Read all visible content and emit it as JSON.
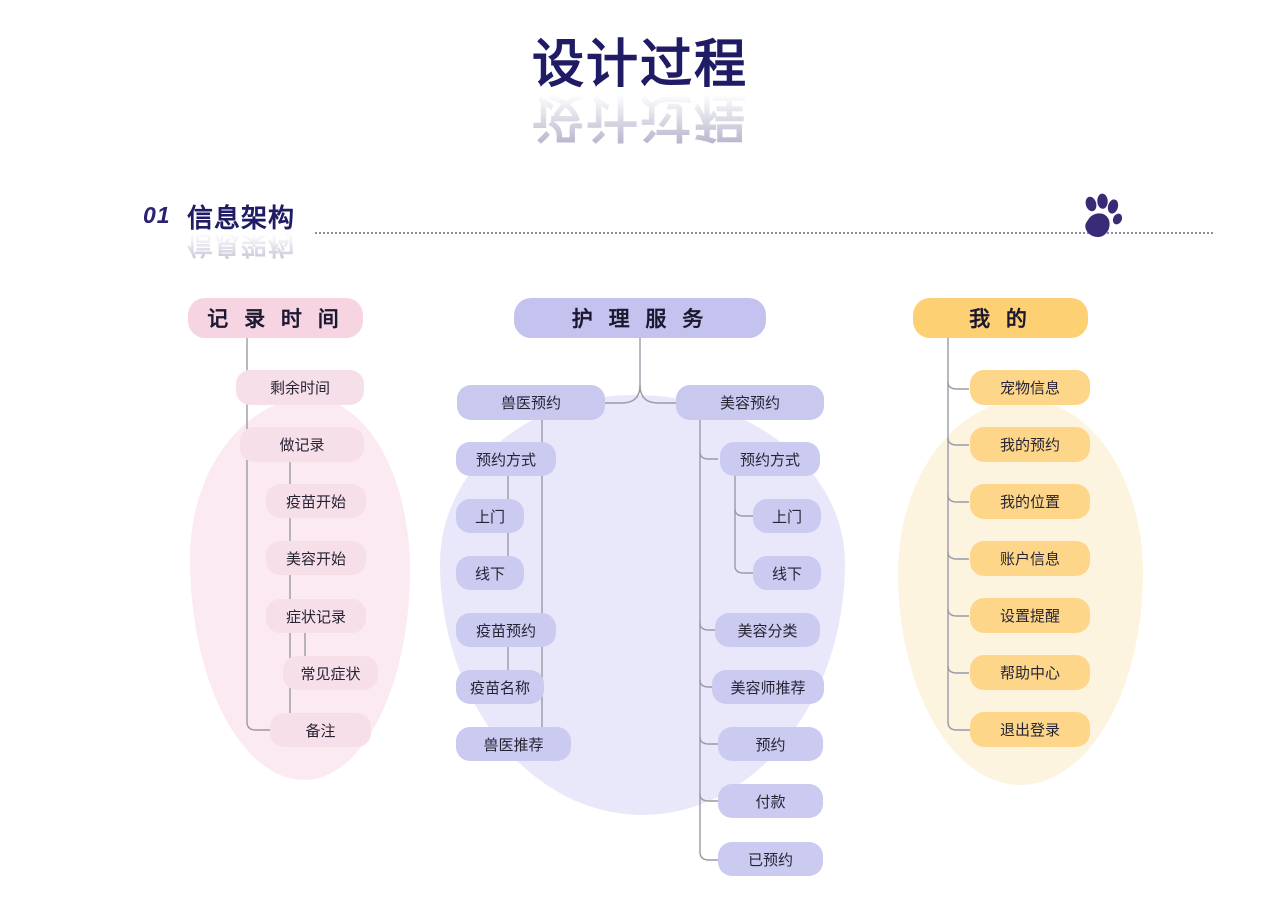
{
  "page": {
    "title": "设计过程",
    "section_number": "01",
    "section_title": "信息架构",
    "paw_icon": "paw-print-icon"
  },
  "colors": {
    "title_navy": "#1f1b64",
    "pink_head": "#f6d4e2",
    "pink_node": "#f7dfea",
    "pink_blob": "#fbeaf2",
    "purple_head": "#c4c3ef",
    "purple_node": "#c9c8ef",
    "purple_blob": "#e9e8fa",
    "yellow_head": "#fdd173",
    "yellow_node": "#fdd68a",
    "yellow_blob": "#fdf4e0",
    "connector": "#9a9aa6"
  },
  "columns": {
    "record_time": {
      "root": "记 录 时 间",
      "nodes": [
        {
          "label": "剩余时间"
        },
        {
          "label": "做记录"
        },
        {
          "label": "疫苗开始"
        },
        {
          "label": "美容开始"
        },
        {
          "label": "症状记录"
        },
        {
          "label": "常见症状"
        },
        {
          "label": "备注"
        }
      ]
    },
    "care_service": {
      "root": "护 理 服 务",
      "left_branch": {
        "root": "兽医预约",
        "nodes": [
          {
            "label": "预约方式"
          },
          {
            "label": "上门"
          },
          {
            "label": "线下"
          },
          {
            "label": "疫苗预约"
          },
          {
            "label": "疫苗名称"
          },
          {
            "label": "兽医推荐"
          }
        ]
      },
      "right_branch": {
        "root": "美容预约",
        "nodes": [
          {
            "label": "预约方式"
          },
          {
            "label": "上门"
          },
          {
            "label": "线下"
          },
          {
            "label": "美容分类"
          },
          {
            "label": "美容师推荐"
          },
          {
            "label": "预约"
          },
          {
            "label": "付款"
          },
          {
            "label": "已预约"
          }
        ]
      }
    },
    "mine": {
      "root": "我 的",
      "nodes": [
        {
          "label": "宠物信息"
        },
        {
          "label": "我的预约"
        },
        {
          "label": "我的位置"
        },
        {
          "label": "账户信息"
        },
        {
          "label": "设置提醒"
        },
        {
          "label": "帮助中心"
        },
        {
          "label": "退出登录"
        }
      ]
    }
  }
}
